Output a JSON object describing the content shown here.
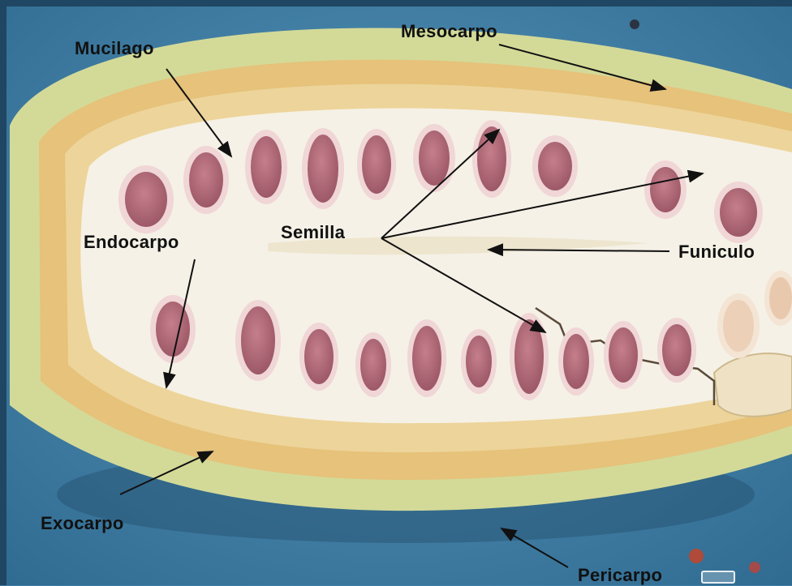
{
  "labels": {
    "mucilago": "Mucilago",
    "mesocarpo": "Mesocarpo",
    "endocarpo": "Endocarpo",
    "semilla": "Semilla",
    "funiculo": "Funiculo",
    "exocarpo": "Exocarpo",
    "pericarpo": "Pericarpo"
  },
  "colors": {
    "background": "#3f7ea6",
    "exocarp": "#d6dd9a",
    "mesocarp": "#e9c77f",
    "endocarp": "#f6f1e4",
    "seed": "#b06a78",
    "seed_ring": "#f0d6d6",
    "label_text": "#111111"
  },
  "icons": [
    "arrow-icon",
    "tag-icon"
  ]
}
